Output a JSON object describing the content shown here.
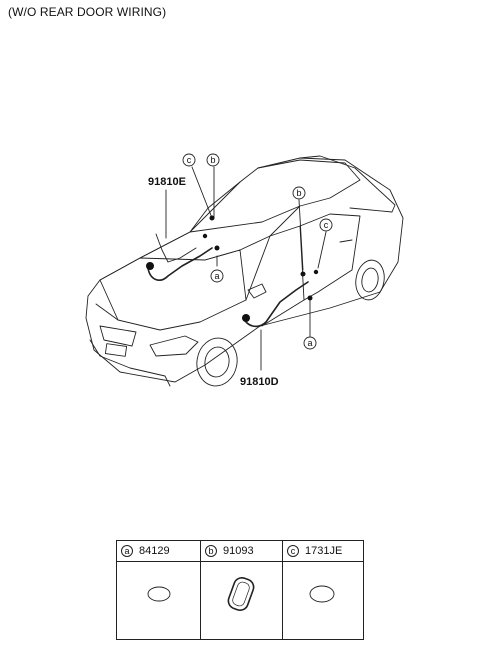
{
  "header": {
    "title": "(W/O REAR DOOR WIRING)"
  },
  "parts": {
    "harness_front": "91810E",
    "harness_door": "91810D"
  },
  "callouts": {
    "a": "a",
    "b": "b",
    "c": "c"
  },
  "legend": [
    {
      "letter": "a",
      "part_no": "84129"
    },
    {
      "letter": "b",
      "part_no": "91093"
    },
    {
      "letter": "c",
      "part_no": "1731JE"
    }
  ]
}
